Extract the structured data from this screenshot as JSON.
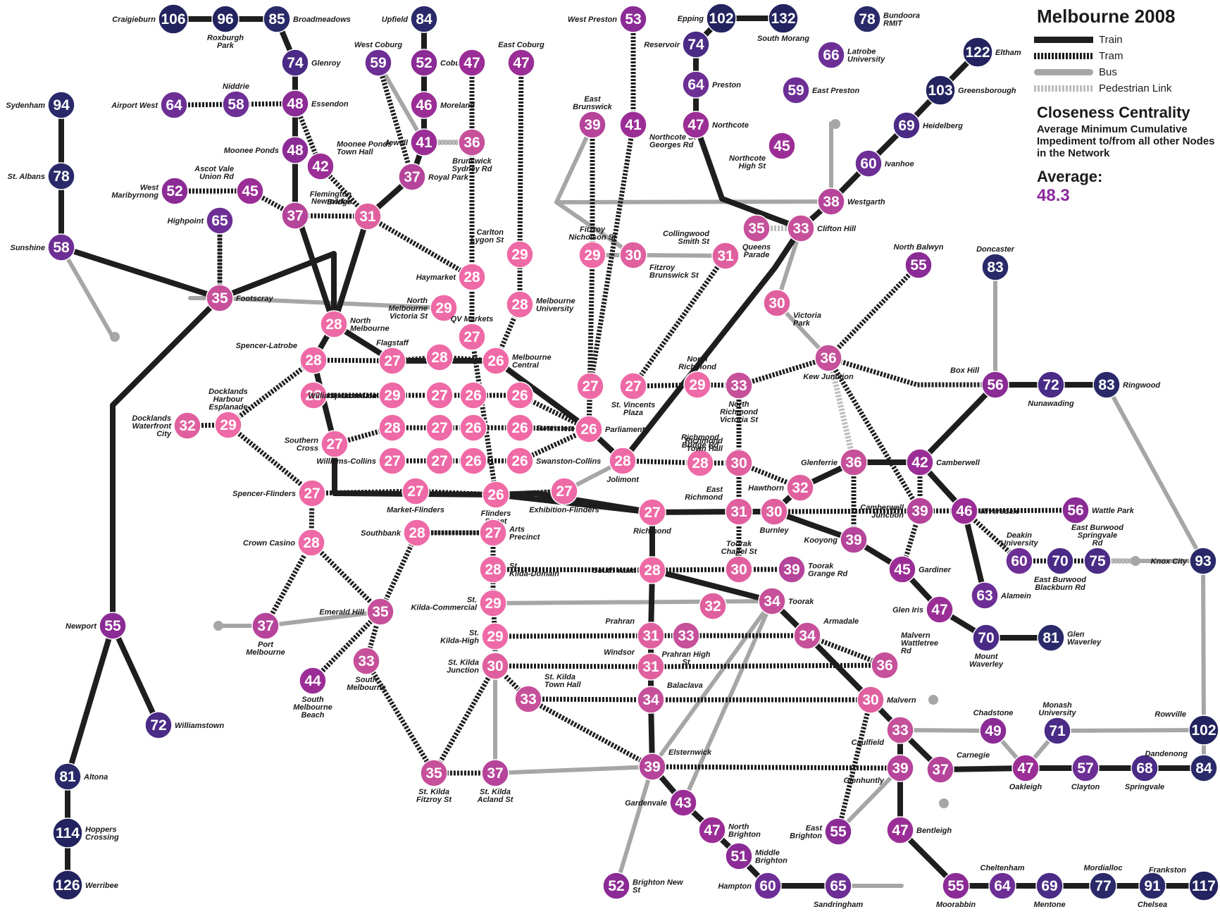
{
  "legend": {
    "title": "Melbourne 2008",
    "items": [
      {
        "label": "Train",
        "type": "train"
      },
      {
        "label": "Tram",
        "type": "tram"
      },
      {
        "label": "Bus",
        "type": "bus"
      },
      {
        "label": "Pedestrian Link",
        "type": "ped"
      }
    ],
    "subtitle": "Closeness Centrality",
    "description": [
      "Average Minimum Cumulative",
      "Impediment to/from all other Nodes",
      "in the Network"
    ],
    "average_label": "Average:",
    "average_value": "48.3"
  },
  "colors": {
    "train": "#1e1e1e",
    "tram": "#1e1e1e",
    "bus": "#a6a6a6",
    "ped": "#bcbcbc",
    "c26": "#f06aa6",
    "c30": "#e0609f",
    "c35": "#c6509a",
    "c45": "#9b2e96",
    "c55": "#8b2b95",
    "c65": "#6d2f95",
    "c75": "#4a2b86",
    "c90": "#2a2a6a",
    "c110": "#23235f"
  },
  "stations": [
    {
      "id": "craigieburn",
      "v": "106",
      "name": "Craigieburn"
    },
    {
      "id": "roxburgh",
      "v": "96",
      "name": "Roxburgh Park"
    },
    {
      "id": "broadmeadows",
      "v": "85",
      "name": "Broadmeadows"
    },
    {
      "id": "glenroy",
      "v": "74",
      "name": "Glenroy"
    },
    {
      "id": "essendon",
      "v": "48",
      "name": "Essendon"
    },
    {
      "id": "mooneeponds",
      "v": "48",
      "name": "Moonee Ponds"
    },
    {
      "id": "niddrie",
      "v": "58",
      "name": "Niddrie"
    },
    {
      "id": "airportwest",
      "v": "64",
      "name": "Airport West"
    },
    {
      "id": "mooneetownhall",
      "v": "42",
      "name": "Moonee Ponds Town Hall"
    },
    {
      "id": "ascotvale",
      "v": "45",
      "name": "Ascot Vale Union Rd"
    },
    {
      "id": "westmaribyrnong",
      "v": "52",
      "name": "West Maribyrnong"
    },
    {
      "id": "highpoint",
      "v": "65",
      "name": "Highpoint"
    },
    {
      "id": "newmarket",
      "v": "37",
      "name": "Newmarket"
    },
    {
      "id": "flemington",
      "v": "31",
      "name": "Flemington Bridge"
    },
    {
      "id": "sydenham",
      "v": "94",
      "name": "Sydenham"
    },
    {
      "id": "stalbans",
      "v": "78",
      "name": "St. Albans"
    },
    {
      "id": "sunshine",
      "v": "58",
      "name": "Sunshine"
    },
    {
      "id": "footscray",
      "v": "35",
      "name": "Footscray"
    },
    {
      "id": "upfield",
      "v": "84",
      "name": "Upfield"
    },
    {
      "id": "coburg",
      "v": "52",
      "name": "Coburg"
    },
    {
      "id": "westcoburg",
      "v": "59",
      "name": "West Coburg"
    },
    {
      "id": "coburg47",
      "v": "47",
      "name": ""
    },
    {
      "id": "eastcoburg",
      "v": "47",
      "name": "East Coburg"
    },
    {
      "id": "moreland",
      "v": "46",
      "name": "Moreland"
    },
    {
      "id": "jewell",
      "v": "41",
      "name": "Jewell"
    },
    {
      "id": "brunswicksyd",
      "v": "36",
      "name": "Brunswick Sydney Rd"
    },
    {
      "id": "royalpark",
      "v": "37",
      "name": "Royal Park"
    },
    {
      "id": "haymarket",
      "v": "28",
      "name": "Haymarket"
    },
    {
      "id": "northmelbvic",
      "v": "29",
      "name": "North Melbourne Victoria St"
    },
    {
      "id": "qvmarkets",
      "v": "27",
      "name": "QV Markets"
    },
    {
      "id": "carltonlygon",
      "v": "29",
      "name": "Carlton Lygon St"
    },
    {
      "id": "melbuni",
      "v": "28",
      "name": "Melbourne University"
    },
    {
      "id": "northmelb",
      "v": "28",
      "name": "North Melbourne"
    },
    {
      "id": "spencerlatrobe",
      "v": "28",
      "name": "Spencer-Latrobe"
    },
    {
      "id": "spencerlonsdale",
      "v": "28",
      "name": "Spencer-Lonsdale"
    },
    {
      "id": "flagstaff",
      "v": "27",
      "name": "Flagstaff"
    },
    {
      "id": "wl29",
      "v": "29",
      "name": "Williams-Lonsdale"
    },
    {
      "id": "g28b",
      "v": "28",
      "name": ""
    },
    {
      "id": "wc27",
      "v": "27",
      "name": "Williams-Collins"
    },
    {
      "id": "g28a",
      "v": "28",
      "name": ""
    },
    {
      "id": "g27a",
      "v": "27",
      "name": ""
    },
    {
      "id": "g27b",
      "v": "27",
      "name": ""
    },
    {
      "id": "g27c",
      "v": "27",
      "name": ""
    },
    {
      "id": "g26a",
      "v": "26",
      "name": ""
    },
    {
      "id": "g26b",
      "v": "26",
      "name": ""
    },
    {
      "id": "g26c",
      "v": "26",
      "name": ""
    },
    {
      "id": "g26d",
      "v": "26",
      "name": ""
    },
    {
      "id": "melbcentral",
      "v": "26",
      "name": "Melbourne Central"
    },
    {
      "id": "swanbourke",
      "v": "26",
      "name": "Swanston-Bourke"
    },
    {
      "id": "swancollins",
      "v": "26",
      "name": "Swanston-Collins"
    },
    {
      "id": "swanlonsdale",
      "v": "26",
      "name": ""
    },
    {
      "id": "docklandsharbour",
      "v": "29",
      "name": "Docklands Harbour Esplanade"
    },
    {
      "id": "docklandswf",
      "v": "32",
      "name": "Docklands Waterfront City"
    },
    {
      "id": "southerncross",
      "v": "27",
      "name": "Southern Cross"
    },
    {
      "id": "spencerflinders",
      "v": "27",
      "name": "Spencer-Flinders"
    },
    {
      "id": "marketflinders",
      "v": "27",
      "name": "Market-Flinders"
    },
    {
      "id": "flindersst",
      "v": "26",
      "name": "Flinders Street"
    },
    {
      "id": "parliament",
      "v": "26",
      "name": "Parliament"
    },
    {
      "id": "exhibition27",
      "v": "27",
      "name": "Exhibition-Flinders"
    },
    {
      "id": "jolimont",
      "v": "28",
      "name": "Jolimont"
    },
    {
      "id": "eastbrunswick",
      "v": "39",
      "name": "East Brunswick"
    },
    {
      "id": "fitzroynich",
      "v": "29",
      "name": "Fitzroy Nicholson St"
    },
    {
      "id": "fitzroybruns",
      "v": "30",
      "name": "Fitzroy Brunswick St"
    },
    {
      "id": "westpreston",
      "v": "53",
      "name": "West Preston"
    },
    {
      "id": "northcotestg",
      "v": "41",
      "name": "Northcote St Georges Rd"
    },
    {
      "id": "collingwood",
      "v": "31",
      "name": "Collingwood Smith St"
    },
    {
      "id": "v27a",
      "v": "27",
      "name": ""
    },
    {
      "id": "stvincents",
      "v": "27",
      "name": "St. Vincents Plaza"
    },
    {
      "id": "northrichmond",
      "v": "29",
      "name": "North Richmond"
    },
    {
      "id": "nrvic",
      "v": "33",
      "name": "North Richmond Victoria St"
    },
    {
      "id": "richmondbridge",
      "v": "28",
      "name": "Richmond Bridge Rd"
    },
    {
      "id": "richmondtownhall",
      "v": "30",
      "name": "Richmond Town Hall"
    },
    {
      "id": "epping",
      "v": "102",
      "name": "Epping"
    },
    {
      "id": "southmorang",
      "v": "132",
      "name": "South Morang"
    },
    {
      "id": "reservoir",
      "v": "74",
      "name": "Reservoir"
    },
    {
      "id": "preston",
      "v": "64",
      "name": "Preston"
    },
    {
      "id": "northcote",
      "v": "47",
      "name": "Northcote"
    },
    {
      "id": "bundoora",
      "v": "78",
      "name": "Bundoora RMIT"
    },
    {
      "id": "latrobe",
      "v": "66",
      "name": "Latrobe University"
    },
    {
      "id": "eastpreston",
      "v": "59",
      "name": "East Preston"
    },
    {
      "id": "northcotehigh",
      "v": "45",
      "name": "Northcote High St"
    },
    {
      "id": "eltham",
      "v": "122",
      "name": "Eltham"
    },
    {
      "id": "greensborough",
      "v": "103",
      "name": "Greensborough"
    },
    {
      "id": "heidelberg",
      "v": "69",
      "name": "Heidelberg"
    },
    {
      "id": "ivanhoe",
      "v": "60",
      "name": "Ivanhoe"
    },
    {
      "id": "westgarth",
      "v": "38",
      "name": "Westgarth"
    },
    {
      "id": "queensparade",
      "v": "35",
      "name": "Queens Parade"
    },
    {
      "id": "cliftonhill",
      "v": "33",
      "name": "Clifton Hill"
    },
    {
      "id": "victoriapark",
      "v": "30",
      "name": "Victoria Park"
    },
    {
      "id": "northbalwyn",
      "v": "55",
      "name": "North Balwyn"
    },
    {
      "id": "kewjunction",
      "v": "36",
      "name": "Kew Junction"
    },
    {
      "id": "doncaster",
      "v": "83",
      "name": "Doncaster"
    },
    {
      "id": "boxhill",
      "v": "56",
      "name": "Box Hill"
    },
    {
      "id": "nunawading",
      "v": "72",
      "name": "Nunawading"
    },
    {
      "id": "ringwood",
      "v": "83",
      "name": "Ringwood"
    },
    {
      "id": "glenferrie",
      "v": "36",
      "name": "Glenferrie"
    },
    {
      "id": "camberwell",
      "v": "42",
      "name": "Camberwell"
    },
    {
      "id": "hawthorn",
      "v": "32",
      "name": "Hawthorn"
    },
    {
      "id": "eastrichmond",
      "v": "31",
      "name": "East Richmond"
    },
    {
      "id": "burnley",
      "v": "30",
      "name": "Burnley"
    },
    {
      "id": "richmond",
      "v": "27",
      "name": "Richmond"
    },
    {
      "id": "camberwelljn",
      "v": "39",
      "name": "Camberwell Junction"
    },
    {
      "id": "riversdale",
      "v": "46",
      "name": "Riversdale"
    },
    {
      "id": "wattlepark",
      "v": "56",
      "name": "Wattle Park"
    },
    {
      "id": "kooyong",
      "v": "39",
      "name": "Kooyong"
    },
    {
      "id": "deakin",
      "v": "60",
      "name": "Deakin University"
    },
    {
      "id": "ebburwood",
      "v": "70",
      "name": "East Burwood Blackburn Rd"
    },
    {
      "id": "ebspringvale",
      "v": "75",
      "name": "East Burwood Springvale Rd"
    },
    {
      "id": "knoxcity",
      "v": "93",
      "name": "Knox City"
    },
    {
      "id": "gardiner",
      "v": "45",
      "name": "Gardiner"
    },
    {
      "id": "alamein",
      "v": "63",
      "name": "Alamein"
    },
    {
      "id": "glenIris",
      "v": "47",
      "name": "Glen Iris"
    },
    {
      "id": "mountwaverley",
      "v": "70",
      "name": "Mount Waverley"
    },
    {
      "id": "glenwaverley",
      "v": "81",
      "name": "Glen Waverley"
    },
    {
      "id": "southbank",
      "v": "28",
      "name": "Southbank"
    },
    {
      "id": "artsprecinct",
      "v": "27",
      "name": "Arts Precinct"
    },
    {
      "id": "crowncasino",
      "v": "28",
      "name": "Crown Casino"
    },
    {
      "id": "stkildadomain",
      "v": "28",
      "name": "St. Kilda-Domain"
    },
    {
      "id": "southyarra",
      "v": "28",
      "name": "South Yarra"
    },
    {
      "id": "toorakchapel",
      "v": "30",
      "name": "Toorak Chapel St"
    },
    {
      "id": "toorakgrange",
      "v": "39",
      "name": "Toorak Grange Rd"
    },
    {
      "id": "stkildacommercial",
      "v": "29",
      "name": "St. Kilda-Commercial"
    },
    {
      "id": "stkildahigh",
      "v": "29",
      "name": "St. Kilda-High"
    },
    {
      "id": "stkildajn",
      "v": "30",
      "name": "St. Kilda Junction"
    },
    {
      "id": "prahran",
      "v": "31",
      "name": "Prahran"
    },
    {
      "id": "prahranhigh",
      "v": "33",
      "name": "Prahran High St"
    },
    {
      "id": "windsor",
      "v": "31",
      "name": "Windsor"
    },
    {
      "id": "toorak32",
      "v": "32",
      "name": ""
    },
    {
      "id": "toorak",
      "v": "34",
      "name": "Toorak"
    },
    {
      "id": "armadale",
      "v": "34",
      "name": "Armadale"
    },
    {
      "id": "malvernwattletree",
      "v": "36",
      "name": "Malvern Wattletree Rd"
    },
    {
      "id": "malvern",
      "v": "30",
      "name": "Malvern"
    },
    {
      "id": "emeraldhill",
      "v": "35",
      "name": "Emerald Hill"
    },
    {
      "id": "portmelb",
      "v": "37",
      "name": "Port Melbourne"
    },
    {
      "id": "southmelbbeach",
      "v": "44",
      "name": "South Melbourne Beach"
    },
    {
      "id": "southmelb",
      "v": "33",
      "name": "South Melbourne"
    },
    {
      "id": "stkildatownhall",
      "v": "33",
      "name": "St. Kilda Town Hall"
    },
    {
      "id": "balaclava",
      "v": "34",
      "name": "Balaclava"
    },
    {
      "id": "fitzroyst",
      "v": "35",
      "name": "St. Kilda Fitzroy St"
    },
    {
      "id": "aclandst",
      "v": "37",
      "name": "St. Kilda Acland St"
    },
    {
      "id": "elsternwick",
      "v": "39",
      "name": "Elsternwick"
    },
    {
      "id": "gardenvale",
      "v": "43",
      "name": "Gardenvale"
    },
    {
      "id": "northbrighton",
      "v": "47",
      "name": "North Brighton"
    },
    {
      "id": "middlebrighton",
      "v": "51",
      "name": "Middle Brighton"
    },
    {
      "id": "hampton",
      "v": "60",
      "name": "Hampton"
    },
    {
      "id": "sandringham",
      "v": "65",
      "name": "Sandringham"
    },
    {
      "id": "brightonnew",
      "v": "52",
      "name": "Brighton New St"
    },
    {
      "id": "eastbrighton",
      "v": "55",
      "name": "East Brighton"
    },
    {
      "id": "caulfield",
      "v": "33",
      "name": "Caulfield"
    },
    {
      "id": "glenhuntly",
      "v": "39",
      "name": "Glenhuntly"
    },
    {
      "id": "carnegie",
      "v": "37",
      "name": "Carnegie"
    },
    {
      "id": "chadstone",
      "v": "49",
      "name": "Chadstone"
    },
    {
      "id": "monash",
      "v": "71",
      "name": "Monash University"
    },
    {
      "id": "rowville",
      "v": "102",
      "name": "Rowville"
    },
    {
      "id": "oakleigh",
      "v": "47",
      "name": "Oakleigh"
    },
    {
      "id": "clayton",
      "v": "57",
      "name": "Clayton"
    },
    {
      "id": "springvale",
      "v": "68",
      "name": "Springvale"
    },
    {
      "id": "dandenong",
      "v": "84",
      "name": "Dandenong"
    },
    {
      "id": "bentleigh",
      "v": "47",
      "name": "Bentleigh"
    },
    {
      "id": "moorabbin",
      "v": "55",
      "name": "Moorabbin"
    },
    {
      "id": "cheltenham",
      "v": "64",
      "name": "Cheltenham"
    },
    {
      "id": "mentone",
      "v": "69",
      "name": "Mentone"
    },
    {
      "id": "mordialloc",
      "v": "77",
      "name": "Mordialloc"
    },
    {
      "id": "chelsea",
      "v": "91",
      "name": "Chelsea"
    },
    {
      "id": "frankston",
      "v": "117",
      "name": "Frankston"
    },
    {
      "id": "newport",
      "v": "55",
      "name": "Newport"
    },
    {
      "id": "williamstown",
      "v": "72",
      "name": "Williamstown"
    },
    {
      "id": "altona",
      "v": "81",
      "name": "Altona"
    },
    {
      "id": "hoppers",
      "v": "114",
      "name": "Hoppers Crossing"
    },
    {
      "id": "werribee",
      "v": "126",
      "name": "Werribee"
    }
  ]
}
